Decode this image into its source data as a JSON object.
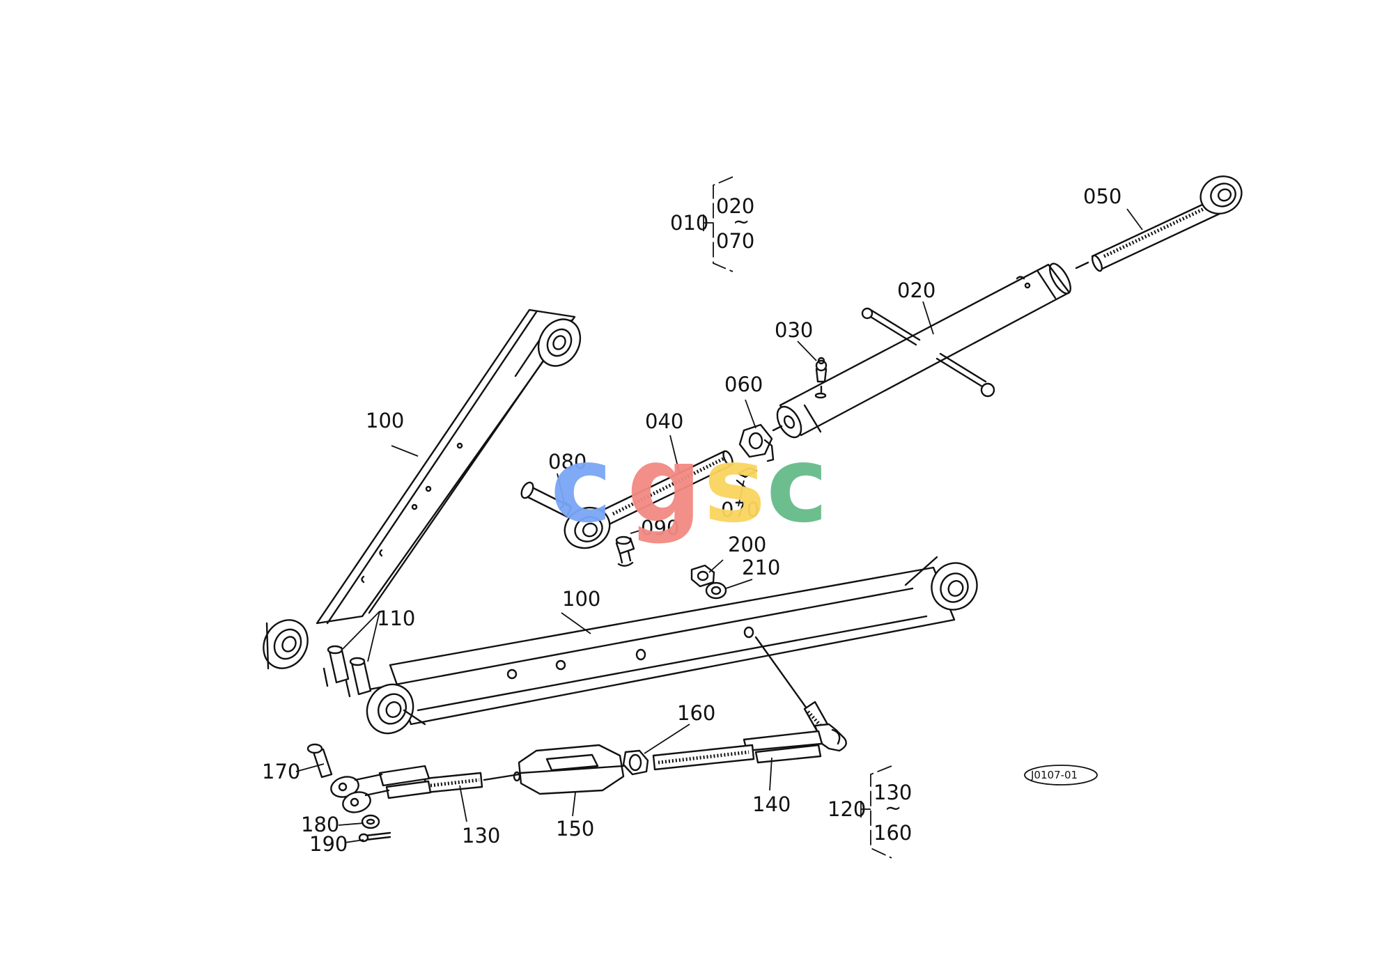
{
  "watermark": {
    "letters": [
      {
        "char": "c",
        "color": "#7aa6f5"
      },
      {
        "char": "g",
        "color": "#f28a82"
      },
      {
        "char": "s",
        "color": "#f9d45e"
      },
      {
        "char": "c",
        "color": "#66bb8a"
      }
    ]
  },
  "diagram_ref": "J0107-01",
  "assemblies": {
    "a010": {
      "parent": "010",
      "from": "020",
      "tilde": "~",
      "to": "070"
    },
    "a120": {
      "parent": "120",
      "from": "130",
      "tilde": "~",
      "to": "160"
    }
  },
  "labels": {
    "p050": "050",
    "p020": "020",
    "p030": "030",
    "p060": "060",
    "p040": "040",
    "p080": "080",
    "p070": "070",
    "p090": "090",
    "p100a": "100",
    "p100b": "100",
    "p110": "110",
    "p200": "200",
    "p210": "210",
    "p160": "160",
    "p170": "170",
    "p180": "180",
    "p190": "190",
    "p130": "130",
    "p150": "150",
    "p140": "140"
  }
}
